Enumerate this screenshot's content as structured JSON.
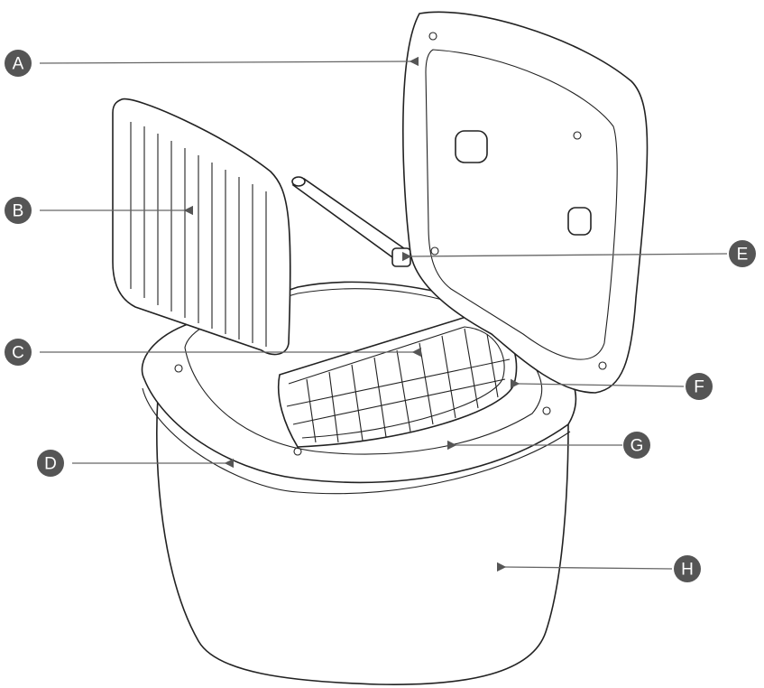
{
  "labels": {
    "A": "A",
    "B": "B",
    "C": "C",
    "D": "D",
    "E": "E",
    "F": "F",
    "G": "G",
    "H": "H"
  },
  "colors": {
    "label_fill": "#555555",
    "label_text": "#ffffff",
    "line": "#222222",
    "leader": "#666666"
  }
}
